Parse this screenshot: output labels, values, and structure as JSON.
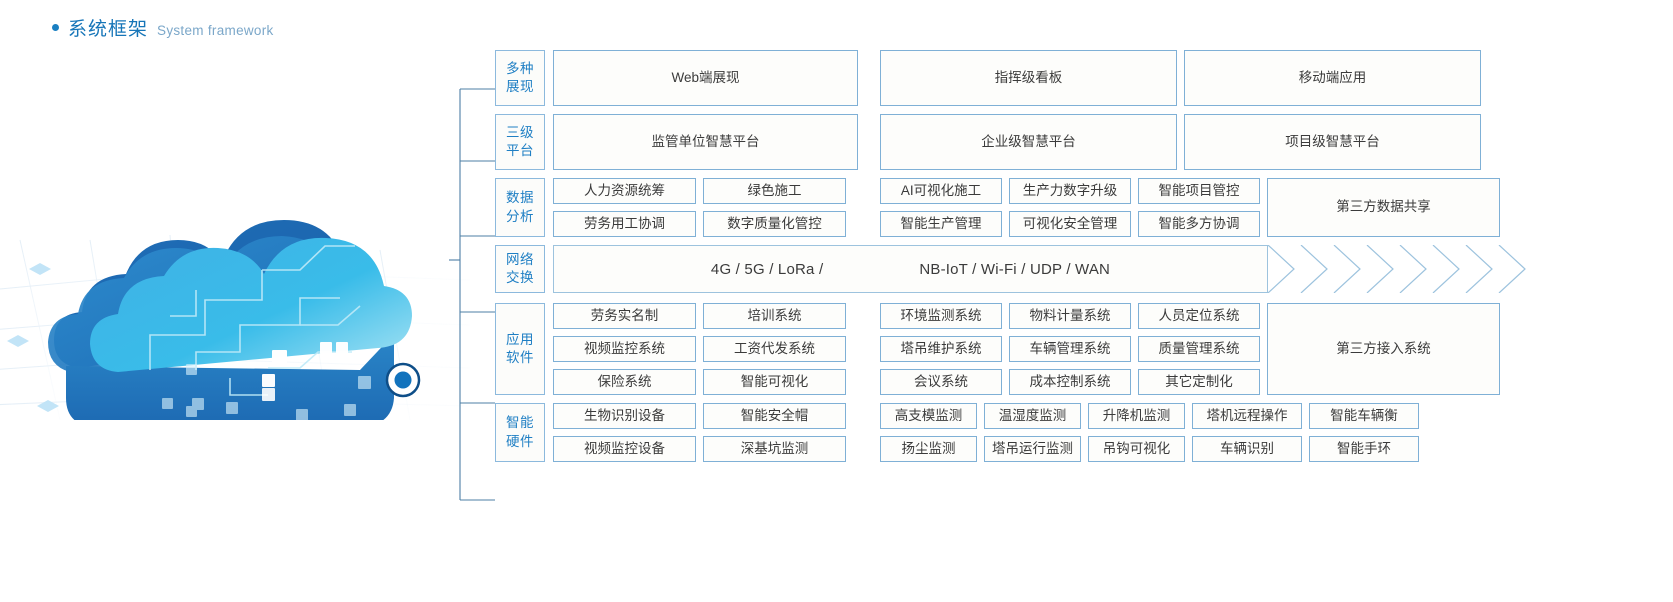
{
  "heading": {
    "bullet": "bullet-dot",
    "title_zh": "系统框架",
    "title_en": "System framework"
  },
  "illustration": {
    "name": "cloud-computing-illustration",
    "node_label": "connection-node"
  },
  "colors": {
    "accent": "#1a7fc1",
    "border": "#7fb0d6",
    "category_text": "#1f7fc4",
    "box_text": "#3b3b3b",
    "box_fill": "#fdfdfb",
    "cloud_dark": "#1f6fb8",
    "cloud_light": "#35b6e5"
  },
  "rows": [
    {
      "id": "presentation",
      "category": [
        "多种",
        "展现"
      ],
      "layout": "wide3",
      "left": [
        "Web端展现"
      ],
      "right": [
        "指挥级看板",
        "移动端应用"
      ]
    },
    {
      "id": "three-tier-platform",
      "category": [
        "三级",
        "平台"
      ],
      "layout": "wide3",
      "left": [
        "监管单位智慧平台"
      ],
      "right": [
        "企业级智慧平台",
        "项目级智慧平台"
      ]
    },
    {
      "id": "data-analysis",
      "category": [
        "数据",
        "分析"
      ],
      "layout": "grid",
      "left_grid": [
        [
          "人力资源统筹",
          "绿色施工"
        ],
        [
          "劳务用工协调",
          "数字质量化管控"
        ]
      ],
      "right_grid": [
        [
          "AI可视化施工",
          "生产力数字升级",
          "智能项目管控"
        ],
        [
          "智能生产管理",
          "可视化安全管理",
          "智能多方协调"
        ]
      ],
      "tail": "第三方数据共享"
    },
    {
      "id": "network-exchange",
      "category": [
        "网络",
        "交换"
      ],
      "layout": "banner",
      "banner_left": "4G / 5G / LoRa /",
      "banner_right": "NB-IoT / Wi-Fi / UDP / WAN",
      "chevron_count": 7
    },
    {
      "id": "application-software",
      "category": [
        "应用",
        "软件"
      ],
      "layout": "grid",
      "left_grid": [
        [
          "劳务实名制",
          "培训系统"
        ],
        [
          "视频监控系统",
          "工资代发系统"
        ],
        [
          "保险系统",
          "智能可视化"
        ]
      ],
      "right_grid": [
        [
          "环境监测系统",
          "物料计量系统",
          "人员定位系统"
        ],
        [
          "塔吊维护系统",
          "车辆管理系统",
          "质量管理系统"
        ],
        [
          "会议系统",
          "成本控制系统",
          "其它定制化"
        ]
      ],
      "tail": "第三方接入系统"
    },
    {
      "id": "smart-hardware",
      "category": [
        "智能",
        "硬件"
      ],
      "layout": "grid5",
      "left_grid": [
        [
          "生物识别设备",
          "智能安全帽"
        ],
        [
          "视频监控设备",
          "深基坑监测"
        ]
      ],
      "right_grid": [
        [
          "高支模监测",
          "温湿度监测",
          "升降机监测",
          "塔机远程操作",
          "智能车辆衡"
        ],
        [
          "扬尘监测",
          "塔吊运行监测",
          "吊钩可视化",
          "车辆识别",
          "智能手环"
        ]
      ]
    }
  ]
}
